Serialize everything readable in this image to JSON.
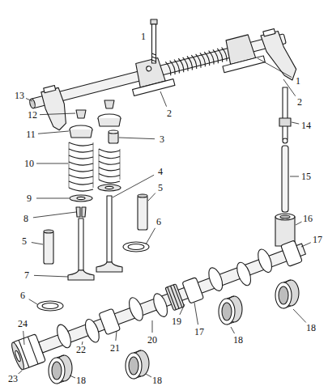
{
  "diagram": {
    "labels": [
      "1",
      "1",
      "2",
      "13",
      "2",
      "12",
      "11",
      "3",
      "14",
      "10",
      "4",
      "15",
      "5",
      "9",
      "16",
      "8",
      "6",
      "5",
      "17",
      "7",
      "6",
      "24",
      "19",
      "17",
      "20",
      "21",
      "22",
      "18",
      "18",
      "18",
      "23",
      "18"
    ]
  }
}
